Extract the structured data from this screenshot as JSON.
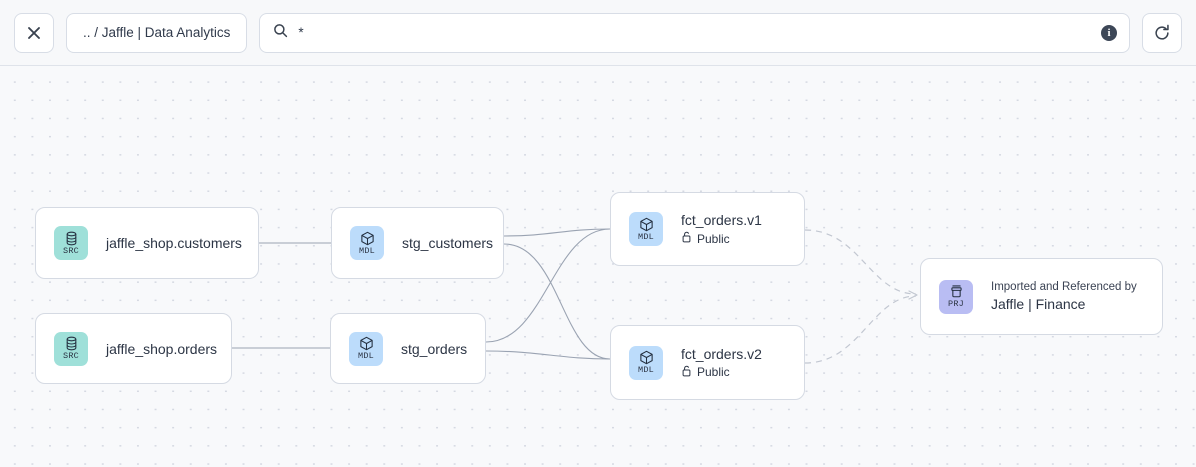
{
  "toolbar": {
    "close_label": "✕",
    "close_icon": "close-icon",
    "breadcrumb": ".. / Jaffle | Data Analytics",
    "search_value": "*",
    "search_placeholder": "Search",
    "search_icon": "search-icon",
    "info_label": "i",
    "info_icon": "info-circle-icon",
    "refresh_icon": "refresh-icon"
  },
  "colors": {
    "canvas_bg": "#f8f9fb",
    "toolbar_bg": "#f7f8fa",
    "node_border": "#d5dae3",
    "edge": "#9aa3b2",
    "dashed_edge": "#c2c7d1",
    "badge_src": "#9fe0d9",
    "badge_mdl": "#bcdcfb",
    "badge_prj": "#b9bdf3",
    "text": "#2c3545"
  },
  "graph": {
    "nodes": [
      {
        "id": "src-customers",
        "kind": "SRC",
        "badge_icon": "database-icon",
        "title": "jaffle_shop.customers",
        "sub": null
      },
      {
        "id": "src-orders",
        "kind": "SRC",
        "badge_icon": "database-icon",
        "title": "jaffle_shop.orders",
        "sub": null
      },
      {
        "id": "stg-customers",
        "kind": "MDL",
        "badge_icon": "cube-icon",
        "title": "stg_customers",
        "sub": null
      },
      {
        "id": "stg-orders",
        "kind": "MDL",
        "badge_icon": "cube-icon",
        "title": "stg_orders",
        "sub": null
      },
      {
        "id": "fct-orders-v1",
        "kind": "MDL",
        "badge_icon": "cube-icon",
        "title": "fct_orders.v1",
        "sub": "Public",
        "sub_icon": "unlock-icon"
      },
      {
        "id": "fct-orders-v2",
        "kind": "MDL",
        "badge_icon": "cube-icon",
        "title": "fct_orders.v2",
        "sub": "Public",
        "sub_icon": "unlock-icon"
      },
      {
        "id": "project-finance",
        "kind": "PRJ",
        "badge_icon": "project-archive-icon",
        "kicker": "Imported and Referenced by",
        "title": "Jaffle | Finance"
      }
    ],
    "edges": [
      {
        "from": "src-customers",
        "to": "stg-customers",
        "style": "solid"
      },
      {
        "from": "src-orders",
        "to": "stg-orders",
        "style": "solid"
      },
      {
        "from": "stg-customers",
        "to": "fct-orders-v1",
        "style": "solid"
      },
      {
        "from": "stg-customers",
        "to": "fct-orders-v2",
        "style": "solid"
      },
      {
        "from": "stg-orders",
        "to": "fct-orders-v1",
        "style": "solid"
      },
      {
        "from": "stg-orders",
        "to": "fct-orders-v2",
        "style": "solid"
      },
      {
        "from": "fct-orders-v1",
        "to": "project-finance",
        "style": "dashed"
      },
      {
        "from": "fct-orders-v2",
        "to": "project-finance",
        "style": "dashed"
      }
    ]
  }
}
